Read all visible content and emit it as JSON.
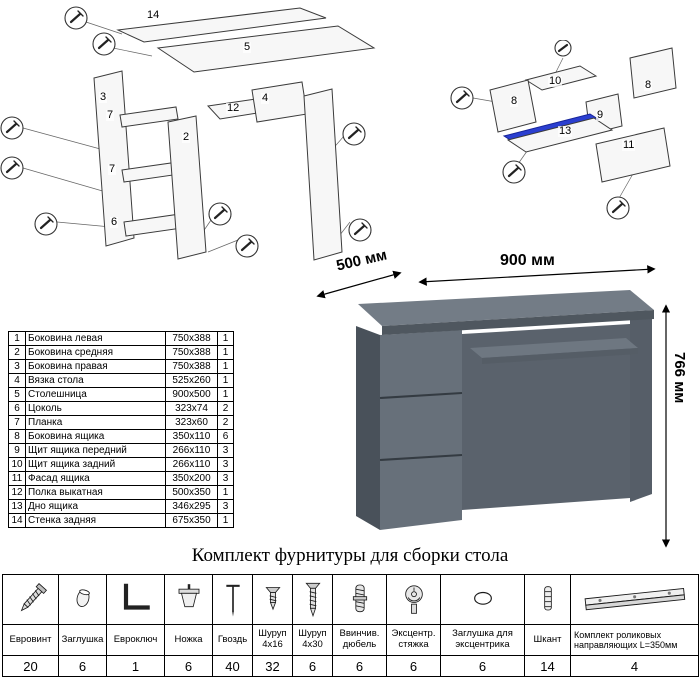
{
  "title": "Комплект фурнитуры для сборки стола",
  "diagrams": {
    "left_labels": [
      "14",
      "5",
      "3",
      "7",
      "7",
      "6",
      "2",
      "12",
      "4"
    ],
    "right_labels": [
      "10",
      "8",
      "8",
      "9",
      "13",
      "11"
    ],
    "highlight_color": "#2b3fd0"
  },
  "desk": {
    "width_label": "900 мм",
    "depth_label": "500 мм",
    "height_label": "766 мм"
  },
  "parts": {
    "rows": [
      {
        "num": "1",
        "name": "Боковина левая",
        "size": "750x388",
        "qty": "1"
      },
      {
        "num": "2",
        "name": "Боковина средняя",
        "size": "750x388",
        "qty": "1"
      },
      {
        "num": "3",
        "name": "Боковина правая",
        "size": "750x388",
        "qty": "1"
      },
      {
        "num": "4",
        "name": "Вязка стола",
        "size": "525x260",
        "qty": "1"
      },
      {
        "num": "5",
        "name": "Столешница",
        "size": "900x500",
        "qty": "1"
      },
      {
        "num": "6",
        "name": "Цоколь",
        "size": "323x74",
        "qty": "2"
      },
      {
        "num": "7",
        "name": "Планка",
        "size": "323x60",
        "qty": "2"
      },
      {
        "num": "8",
        "name": "Боковина ящика",
        "size": "350x110",
        "qty": "6"
      },
      {
        "num": "9",
        "name": "Щит ящика передний",
        "size": "266x110",
        "qty": "3"
      },
      {
        "num": "10",
        "name": "Щит ящика задний",
        "size": "266x110",
        "qty": "3"
      },
      {
        "num": "11",
        "name": "Фасад ящика",
        "size": "350x200",
        "qty": "3"
      },
      {
        "num": "12",
        "name": "Полка выкатная",
        "size": "500x350",
        "qty": "1"
      },
      {
        "num": "13",
        "name": "Дно ящика",
        "size": "346x295",
        "qty": "3"
      },
      {
        "num": "14",
        "name": "Стенка задняя",
        "size": "675x350",
        "qty": "1"
      }
    ]
  },
  "hardware": {
    "items": [
      {
        "label": "Евровинт",
        "qty": "20",
        "icon": "euroscrew-icon"
      },
      {
        "label": "Заглушка",
        "qty": "6",
        "icon": "plug-icon"
      },
      {
        "label": "Евроключ",
        "qty": "1",
        "icon": "hexkey-icon"
      },
      {
        "label": "Ножка",
        "qty": "6",
        "icon": "foot-icon"
      },
      {
        "label": "Гвоздь",
        "qty": "40",
        "icon": "nail-icon"
      },
      {
        "label": "Шуруп 4х16",
        "qty": "32",
        "icon": "screw-small-icon"
      },
      {
        "label": "Шуруп 4х30",
        "qty": "6",
        "icon": "screw-large-icon"
      },
      {
        "label": "Ввинчив. дюбель",
        "qty": "6",
        "icon": "dowel-screw-icon"
      },
      {
        "label": "Эксцентр. стяжка",
        "qty": "6",
        "icon": "cam-lock-icon"
      },
      {
        "label": "Заглушка для эксцентрика",
        "qty": "6",
        "icon": "cam-cover-icon"
      },
      {
        "label": "Шкант",
        "qty": "14",
        "icon": "wood-dowel-icon"
      },
      {
        "label": "Комплект роликовых направляющих L=350мм",
        "qty": "4",
        "icon": "drawer-slide-icon"
      }
    ]
  }
}
